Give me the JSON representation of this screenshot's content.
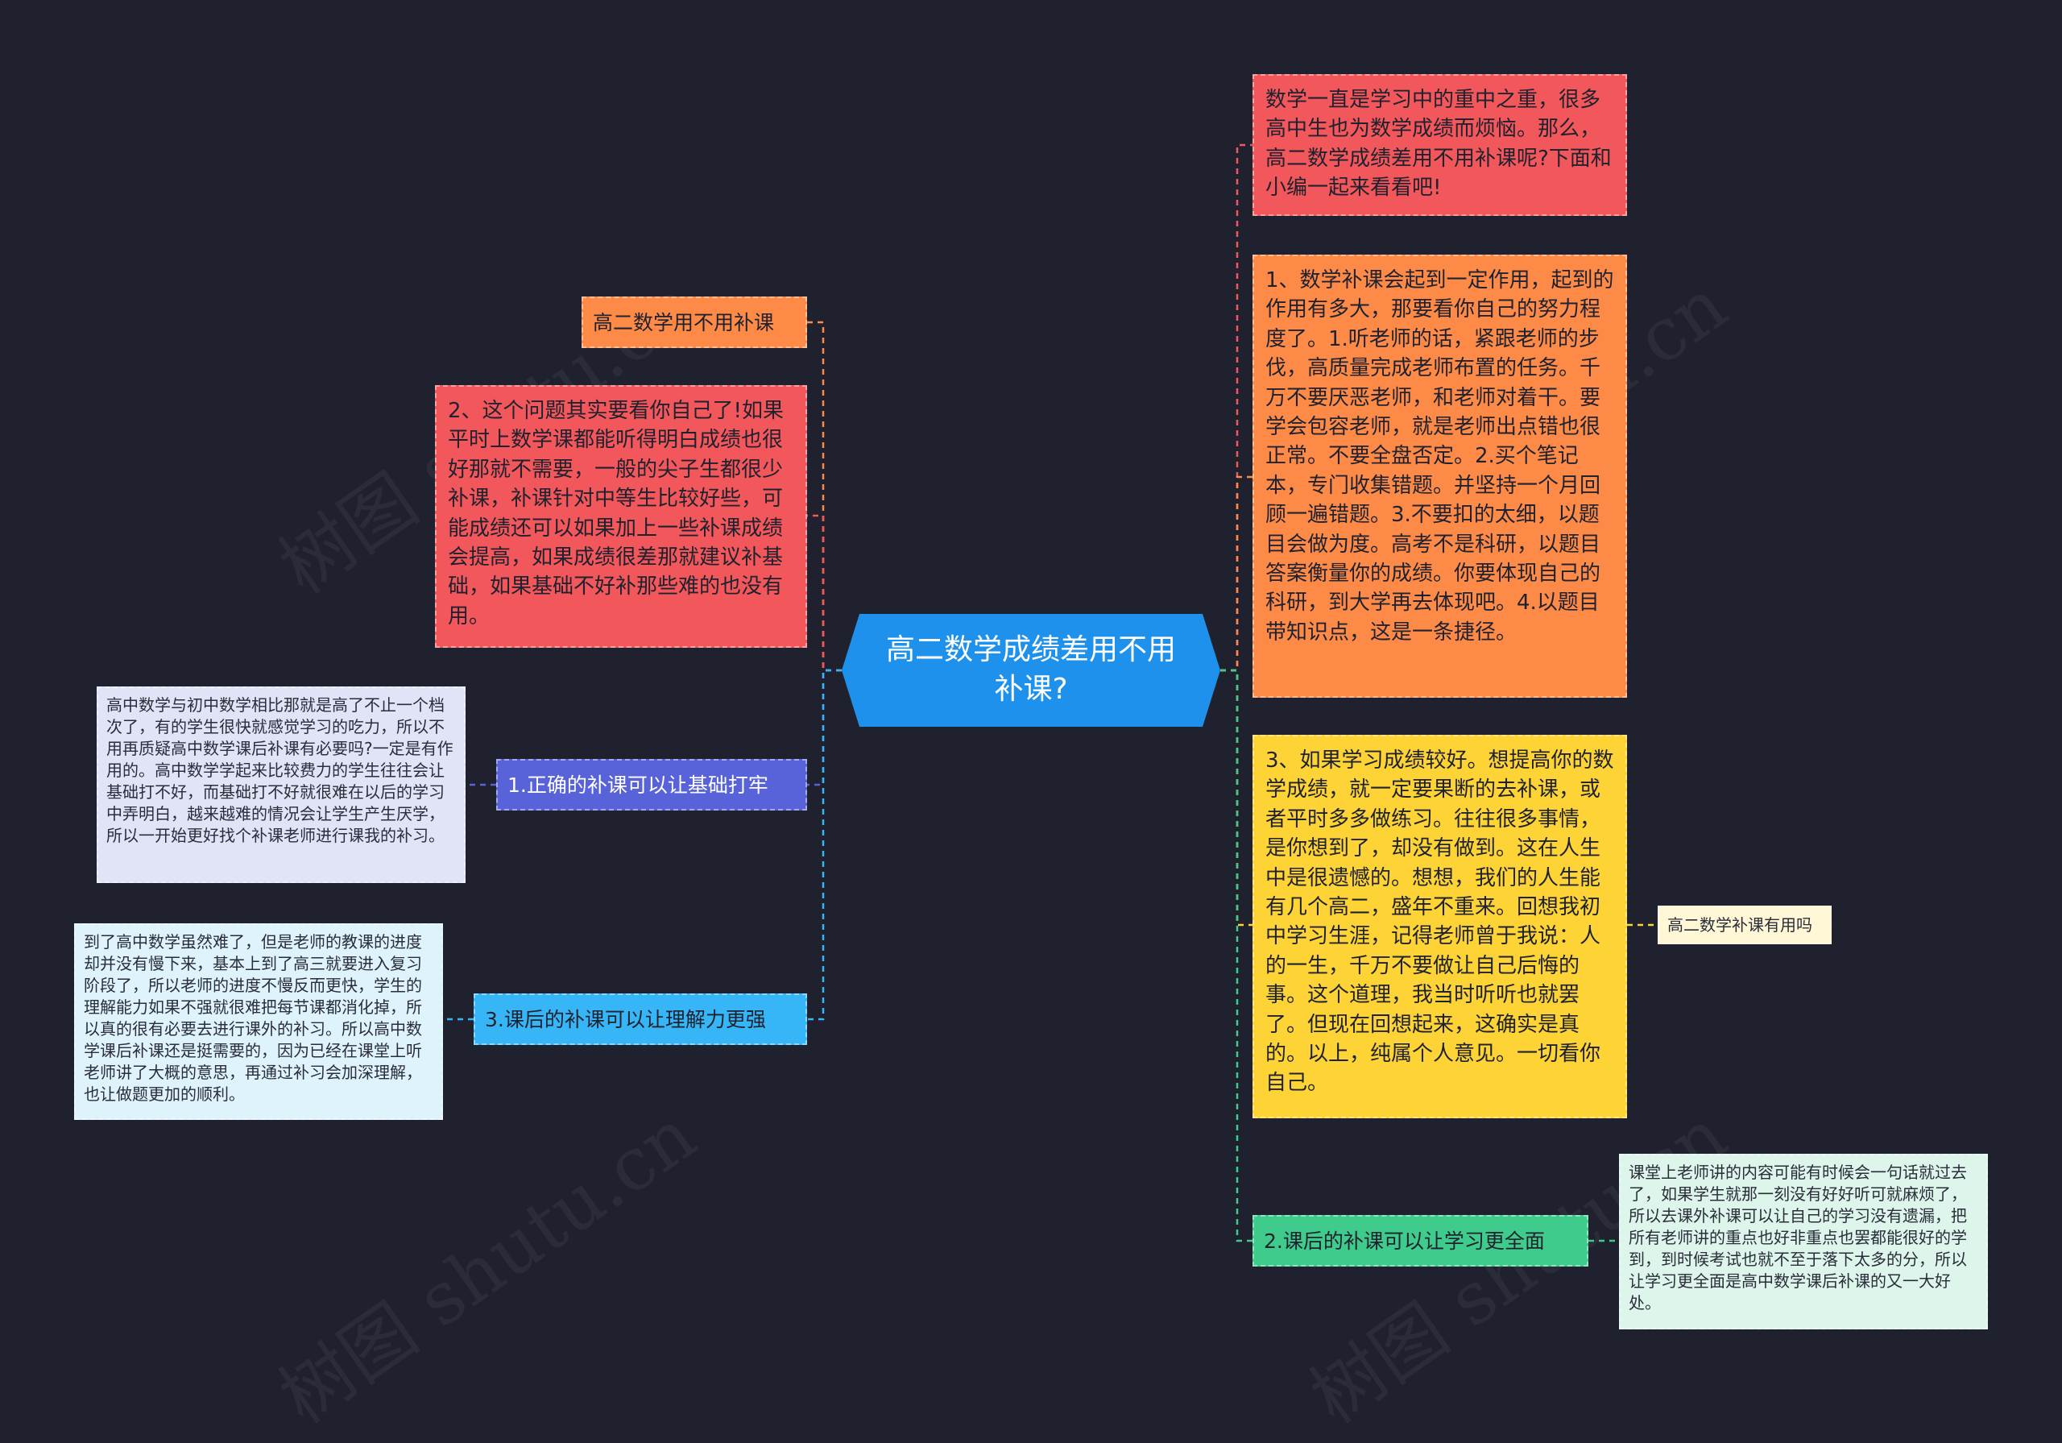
{
  "colors": {
    "background": "#1f222e",
    "root": "#1e91ec",
    "red": "#f2575b",
    "orange": "#fd8b47",
    "yellow": "#fdd335",
    "green": "#3ecb8b",
    "indigo": "#5863d9",
    "sky": "#36b6f7"
  },
  "root": {
    "text": "高二数学成绩差用不用补课?"
  },
  "left": {
    "title_node": "高二数学用不用补课",
    "answer_2": "2、这个问题其实要看你自己了!如果平时上数学课都能听得明白成绩也很好那就不需要，一般的尖子生都很少补课，补课针对中等生比较好些，可能成绩还可以如果加上一些补课成绩会提高，如果成绩很差那就建议补基础，如果基础不好补那些难的也没有用。",
    "branch_1": {
      "label": "1.正确的补课可以让基础打牢",
      "detail": "高中数学与初中数学相比那就是高了不止一个档次了，有的学生很快就感觉学习的吃力，所以不用再质疑高中数学课后补课有必要吗?一定是有作用的。高中数学学起来比较费力的学生往往会让基础打不好，而基础打不好就很难在以后的学习中弄明白，越来越难的情况会让学生产生厌学，所以一开始更好找个补课老师进行课我的补习。"
    },
    "branch_3": {
      "label": "3.课后的补课可以让理解力更强",
      "detail": "到了高中数学虽然难了，但是老师的教课的进度却并没有慢下来，基本上到了高三就要进入复习阶段了，所以老师的进度不慢反而更快，学生的理解能力如果不强就很难把每节课都消化掉，所以真的很有必要去进行课外的补习。所以高中数学课后补课还是挺需要的，因为已经在课堂上听老师讲了大概的意思，再通过补习会加深理解，也让做题更加的顺利。"
    }
  },
  "right": {
    "intro": "数学一直是学习中的重中之重，很多高中生也为数学成绩而烦恼。那么，高二数学成绩差用不用补课呢?下面和小编一起来看看吧!",
    "answer_1": "1、数学补课会起到一定作用，起到的作用有多大，那要看你自己的努力程度了。1.听老师的话，紧跟老师的步伐，高质量完成老师布置的任务。千万不要厌恶老师，和老师对着干。要学会包容老师，就是老师出点错也很正常。不要全盘否定。2.买个笔记本，专门收集错题。并坚持一个月回顾一遍错题。3.不要扣的太细，以题目会做为度。高考不是科研，以题目答案衡量你的成绩。你要体现自己的科研，到大学再去体现吧。4.以题目带知识点，这是一条捷径。",
    "answer_3": {
      "text": "3、如果学习成绩较好。想提高你的数学成绩，就一定要果断的去补课，或者平时多多做练习。往往很多事情，是你想到了，却没有做到。这在人生中是很遗憾的。想想，我们的人生能有几个高二，盛年不重来。回想我初中学习生涯，记得老师曾于我说：人的一生，千万不要做让自己后悔的事。这个道理，我当时听听也就罢了。但现在回想起来，这确实是真的。以上，纯属个人意见。一切看你自己。",
      "tag": "高二数学补课有用吗"
    },
    "branch_2": {
      "label": "2.课后的补课可以让学习更全面",
      "detail": "课堂上老师讲的内容可能有时候会一句话就过去了，如果学生就那一刻没有好好听可就麻烦了，所以去课外补课可以让自己的学习没有遗漏，把所有老师讲的重点也好非重点也罢都能很好的学到，到时候考试也就不至于落下太多的分，所以让学习更全面是高中数学课后补课的又一大好处。"
    }
  },
  "watermark": "树图 shutu.cn"
}
